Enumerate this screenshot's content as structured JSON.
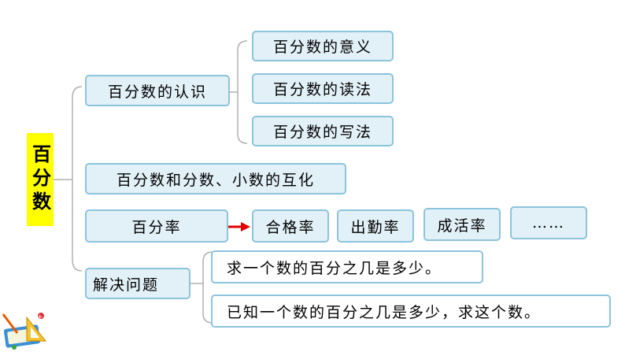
{
  "root": "百分数",
  "branches": {
    "recognition": {
      "label": "百分数的认识",
      "children": [
        "百分数的意义",
        "百分数的读法",
        "百分数的写法"
      ]
    },
    "conversion": {
      "label": "百分数和分数、小数的互化"
    },
    "rate": {
      "label": "百分率",
      "children": [
        "合格率",
        "出勤率",
        "成活率",
        "……"
      ]
    },
    "problems": {
      "label": "解决问题",
      "children": [
        "求一个数的百分之几是多少。",
        "已知一个数的百分之几是多少，求这个数。"
      ]
    }
  },
  "colors": {
    "node_fill": "#e2f0f7",
    "node_border": "#8cc4dc",
    "root_fill": "#ffff00",
    "arrow": "#e00000",
    "bracket": "#b0b0b0"
  },
  "icons": [
    "math-tools-icon"
  ]
}
